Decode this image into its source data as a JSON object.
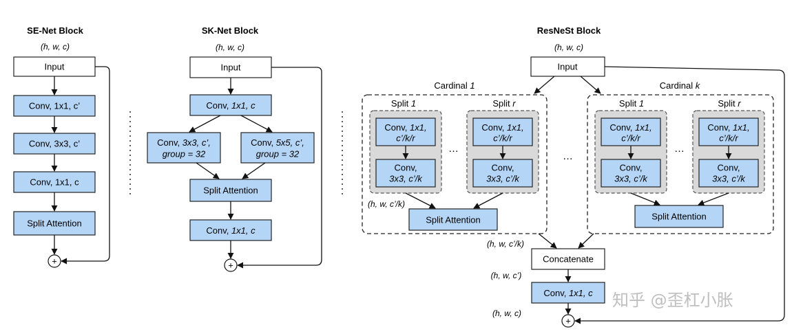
{
  "se": {
    "title": "SE-Net Block",
    "dims": "(h, w, c)",
    "input": "Input",
    "conv1": "Conv, 1x1, c’",
    "conv2": "Conv, 3x3, c’",
    "conv3": "Conv, 1x1, c",
    "attn": "Split Attention",
    "plus": "+"
  },
  "sk": {
    "title": "SK-Net Block",
    "dims": "(h, w, c)",
    "input": "Input",
    "conv_top_a": "Conv, ",
    "conv_top_b": "1x1, c",
    "branch1_l1a": "Conv, ",
    "branch1_l1b": "3x3, c’,",
    "branch1_l2": "group = 32",
    "branch2_l1a": "Conv, ",
    "branch2_l1b": "5x5, c’,",
    "branch2_l2": "group = 32",
    "attn": "Split Attention",
    "conv_bot_a": "Conv, ",
    "conv_bot_b": "1x1, c",
    "plus": "+"
  },
  "resnest": {
    "title": "ResNeSt Block",
    "dims_top": "(h, w, c)",
    "input": "Input",
    "cardinal_1_a": "Cardinal ",
    "cardinal_1_b": "1",
    "cardinal_k_a": "Cardinal ",
    "cardinal_k_b": "k",
    "split_1_a": "Split ",
    "split_1_b": "1",
    "split_r_a": "Split ",
    "split_r_b": "r",
    "conv_a_l1a": "Conv, ",
    "conv_a_l1b": "1x1,",
    "conv_a_l2": "c’/k/r",
    "conv_b_l1": "Conv,",
    "conv_b_l2": "3x3, c’/k",
    "ellipsis": "…",
    "dims_split": "(h, w, c’/k)",
    "attn": "Split Attention",
    "dims_card": "(h, w, c’/k)",
    "concat": "Concatenate",
    "dims_concat": "(h, w, c’)",
    "conv_final_a": "Conv, ",
    "conv_final_b": "1x1, c",
    "dims_out": "(h, w, c)",
    "plus": "+"
  },
  "watermark": "知乎 @歪杠小胀",
  "colors": {
    "conv_fill": "#b4d5f5",
    "split_fill": "#d9d9d9",
    "stroke": "#222222"
  }
}
